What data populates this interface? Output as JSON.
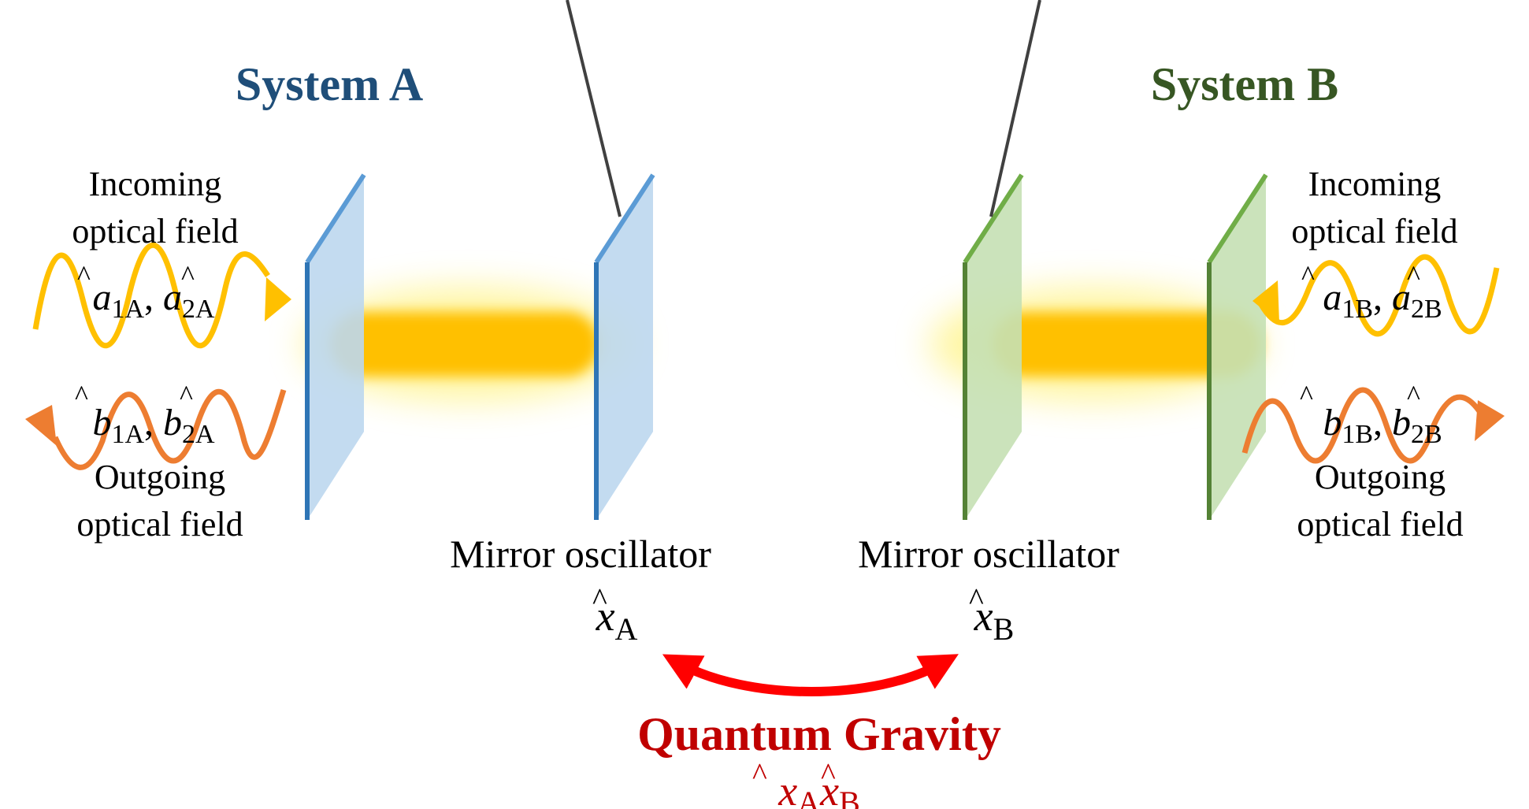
{
  "system_a": {
    "title": "System A",
    "title_color": "#1f4e79",
    "incoming_line1": "Incoming",
    "incoming_line2": "optical field",
    "outgoing_line1": "Outgoing",
    "outgoing_line2": "optical field",
    "in_op1_base": "a",
    "in_op1_sub": "1A",
    "in_op2_base": "a",
    "in_op2_sub": "2A",
    "out_op1_base": "b",
    "out_op1_sub": "1A",
    "out_op2_base": "b",
    "out_op2_sub": "2A",
    "mirror_label": "Mirror oscillator",
    "position_base": "x",
    "position_sub": "A",
    "mirror_color": "#bdd7ee",
    "mirror_edge_color": "#5b9bd5"
  },
  "system_b": {
    "title": "System B",
    "title_color": "#375623",
    "incoming_line1": "Incoming",
    "incoming_line2": "optical field",
    "outgoing_line1": "Outgoing",
    "outgoing_line2": "optical field",
    "in_op1_base": "a",
    "in_op1_sub": "1B",
    "in_op2_base": "a",
    "in_op2_sub": "2B",
    "out_op1_base": "b",
    "out_op1_sub": "1B",
    "out_op2_base": "b",
    "out_op2_sub": "2B",
    "mirror_label": "Mirror oscillator",
    "position_base": "x",
    "position_sub": "B",
    "mirror_color": "#c5e0b4",
    "mirror_edge_color": "#70ad47"
  },
  "coupling": {
    "title": "Quantum Gravity",
    "title_color": "#c00000",
    "term1_base": "x",
    "term1_sub": "A",
    "term2_base": "x",
    "term2_sub": "B",
    "arrow_color": "#ff0000"
  },
  "colors": {
    "incoming_wave": "#ffc000",
    "outgoing_wave": "#ed7d31",
    "cavity_beam": "#ffc000"
  }
}
